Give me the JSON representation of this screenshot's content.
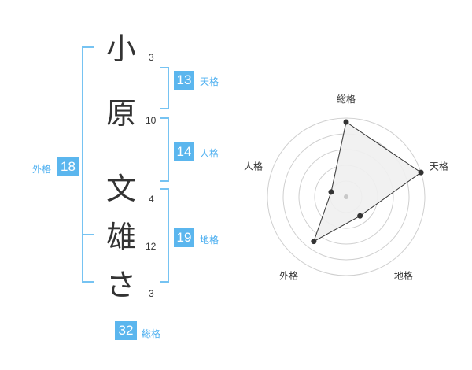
{
  "name_chars": [
    "小",
    "原",
    "文",
    "雄",
    "さ"
  ],
  "stroke_counts": [
    "3",
    "10",
    "4",
    "12",
    "3"
  ],
  "kakusu": {
    "tenkaku": {
      "value": "13",
      "label": "天格"
    },
    "jinkaku": {
      "value": "14",
      "label": "人格"
    },
    "chikaku": {
      "value": "19",
      "label": "地格"
    },
    "gaikaku": {
      "value": "18",
      "label": "外格"
    },
    "soukaku": {
      "value": "32",
      "label": "総格"
    }
  },
  "radar": {
    "axes": [
      "総格",
      "天格",
      "地格",
      "外格",
      "人格"
    ],
    "values": [
      0.95,
      1.0,
      0.3,
      0.7,
      0.2
    ],
    "colors": {
      "grid": "#cfcfcf",
      "fill": "#f0f0f0",
      "line": "#333333",
      "center": "#c8c8c8"
    }
  },
  "colors": {
    "accent": "#5bb6ee",
    "bracket": "#76c3f2",
    "text": "#333333"
  }
}
